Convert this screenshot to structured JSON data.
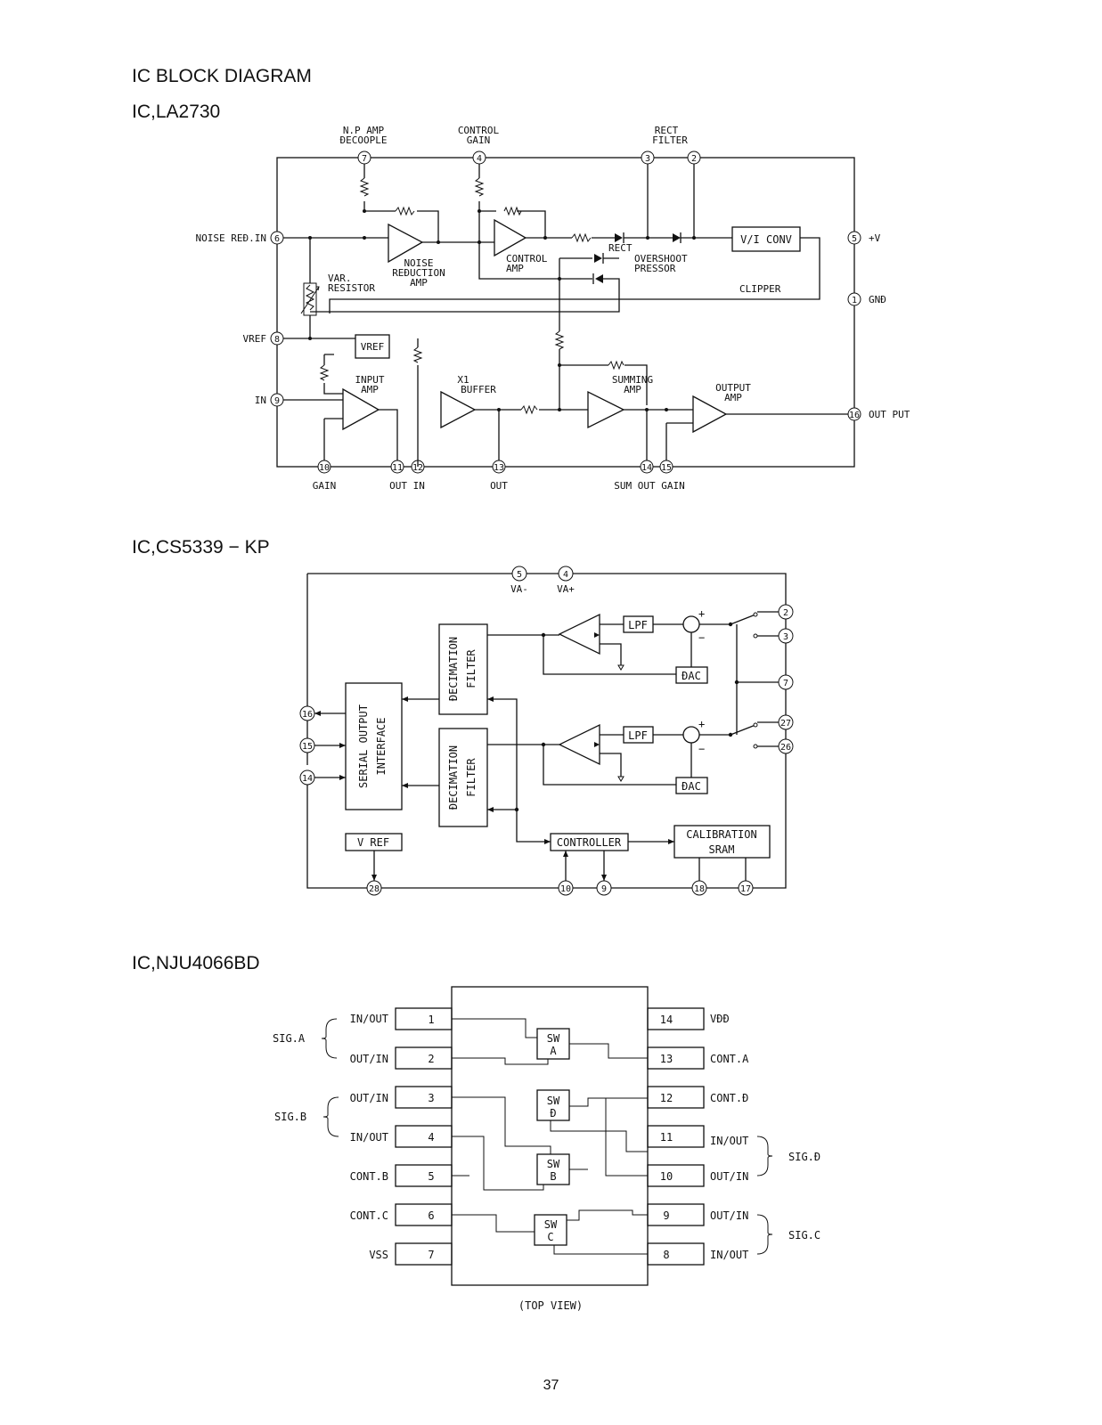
{
  "page": {
    "title": "IC  BLOCK  DIAGRAM",
    "page_number": "37"
  },
  "la2730": {
    "title": "IC,LA2730",
    "top_labels": {
      "np_amp_1": "N.P AMP",
      "np_amp_2": "ÐECOOPLE",
      "control_gain_1": "CONTROL",
      "control_gain_2": "GAIN",
      "rect_filter_1": "RECT",
      "rect_filter_2": "FILTER"
    },
    "pins": {
      "p1": "1",
      "p2": "2",
      "p3": "3",
      "p4": "4",
      "p5": "5",
      "p6": "6",
      "p7": "7",
      "p8": "8",
      "p9": "9",
      "p10": "10",
      "p11": "11",
      "p12": "12",
      "p13": "13",
      "p14": "14",
      "p15": "15",
      "p16": "16"
    },
    "side_labels": {
      "noise_red_in": "NOISE REÐ.IN",
      "vref": "VREF",
      "in": "IN",
      "plus_v": "+V",
      "gnd": "GNÐ",
      "output": "OUT PUT"
    },
    "bottom_labels": {
      "gain": "GAIN",
      "out_in": "OUT  IN",
      "out": "OUT",
      "sum_out_gain": "SUM OUT  GAIN"
    },
    "blocks": {
      "noise_1": "NOISE",
      "noise_2": "REÐUCTION",
      "noise_3": "AMP",
      "control_1": "CONTROL",
      "control_2": "AMP",
      "rect": "RECT",
      "overshoot_1": "OVERSHOOT",
      "overshoot_2": "PRESSOR",
      "vi_conv": "V/I CONV",
      "clipper": "CLIPPER",
      "var_1": "VAR.",
      "var_2": "RESISTOR",
      "vref_box": "VREF",
      "input_1": "INPUT",
      "input_2": "AMP",
      "buffer_1": "X1",
      "buffer_2": "BUFFER",
      "summing_1": "SUMMING",
      "summing_2": "AMP",
      "output_1": "OUTPUT",
      "output_2": "AMP"
    }
  },
  "cs5339": {
    "title": "IC,CS5339 − KP",
    "pins": {
      "p2": "2",
      "p3": "3",
      "p4": "4",
      "p5": "5",
      "p7": "7",
      "p9": "9",
      "p10": "10",
      "p14": "14",
      "p15": "15",
      "p16": "16",
      "p17": "17",
      "p18": "18",
      "p26": "26",
      "p27": "27",
      "p28": "28"
    },
    "labels": {
      "va_minus": "VA-",
      "va_plus": "VA+",
      "decimation_1": "ÐECIMATION",
      "decimation_2": "FILTER",
      "serial_1": "SERIAL OUTPUT",
      "serial_2": "INTERFACE",
      "lpf": "LPF",
      "dac": "ÐAC",
      "plus": "+",
      "minus": "−",
      "vref": "V REF",
      "controller": "CONTROLLER",
      "calibration_1": "CALIBRATION",
      "calibration_2": "SRAM"
    }
  },
  "nju4066": {
    "title": "IC,NJU4066BD",
    "left_pins": [
      "1",
      "2",
      "3",
      "4",
      "5",
      "6",
      "7"
    ],
    "right_pins": [
      "14",
      "13",
      "12",
      "11",
      "10",
      "9",
      "8"
    ],
    "left_labels": [
      "IN/OUT",
      "OUT/IN",
      "OUT/IN",
      "IN/OUT",
      "CONT.B",
      "CONT.C",
      "VSS"
    ],
    "right_labels": [
      "VÐÐ",
      "CONT.A",
      "CONT.Ð",
      "IN/OUT",
      "OUT/IN",
      "OUT/IN",
      "IN/OUT"
    ],
    "groups": {
      "sig_a": "SIG.A",
      "sig_b": "SIG.B",
      "sig_d": "SIG.Ð",
      "sig_c": "SIG.C"
    },
    "switches": {
      "a_1": "SW",
      "a_2": "A",
      "d_1": "SW",
      "d_2": "Ð",
      "b_1": "SW",
      "b_2": "B",
      "c_1": "SW",
      "c_2": "C"
    },
    "top_view": "(TOP VIEW)"
  }
}
